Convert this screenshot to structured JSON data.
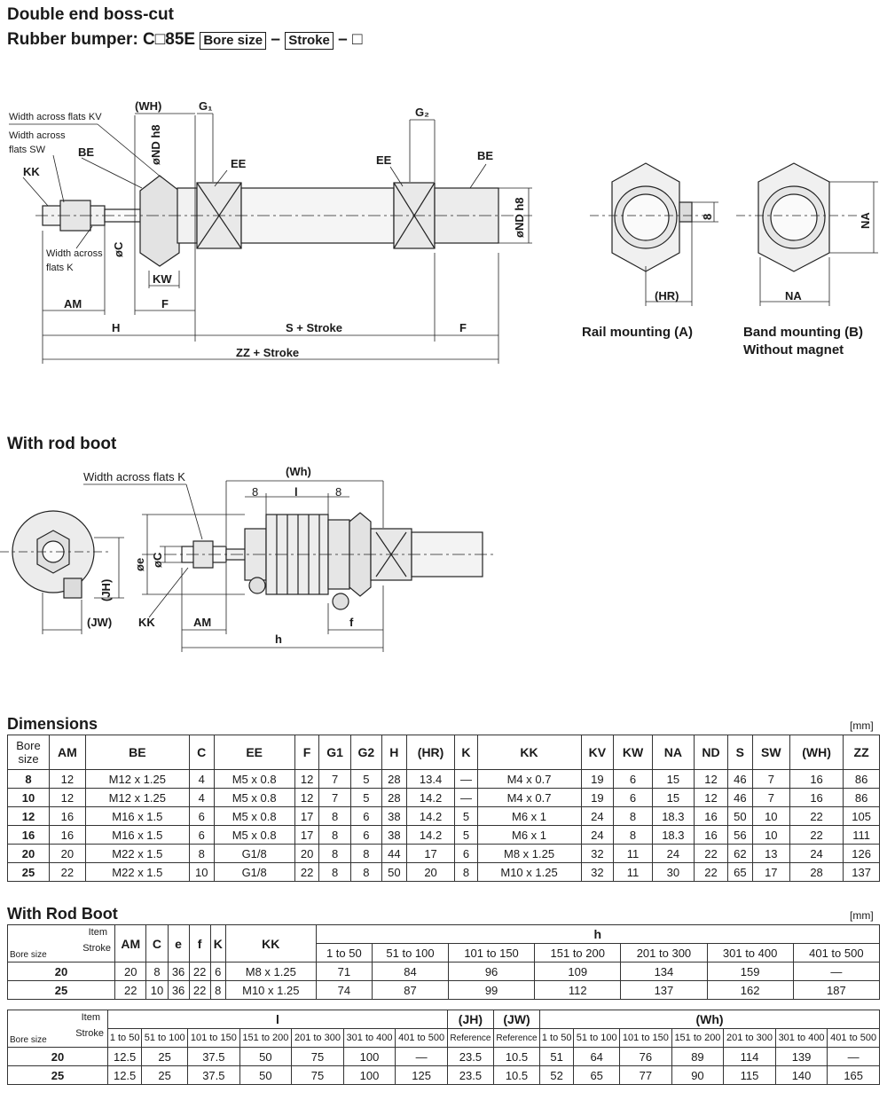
{
  "header": {
    "title": "Double end boss-cut",
    "model_prefix": "Rubber bumper: C□85E",
    "box1": "Bore size",
    "dash1": "–",
    "box2": "Stroke",
    "dash2": "–",
    "box3": "□"
  },
  "drawing1": {
    "wh": "(WH)",
    "g1": "G₁",
    "g2": "G₂",
    "phi_nd_h8": "øND h8",
    "kv_label": "Width across flats KV",
    "sw_label1": "Width across",
    "sw_label2": "flats SW",
    "be": "BE",
    "ee": "EE",
    "kk": "KK",
    "k_label1": "Width across",
    "k_label2": "flats K",
    "kw": "KW",
    "phi_c": "øC",
    "am": "AM",
    "f": "F",
    "h": "H",
    "s_stroke": "S + Stroke",
    "zz_stroke": "ZZ + Stroke",
    "rail_8": "8",
    "hr": "(HR)",
    "na": "NA",
    "rail_caption": "Rail mounting (A)",
    "band_caption1": "Band mounting (B)",
    "band_caption2": "Without magnet"
  },
  "boot_section": {
    "title": "With rod boot",
    "k_label": "Width across flats K",
    "wh": "(Wh)",
    "d8a": "8",
    "l": "l",
    "d8b": "8",
    "phi_e": "øe",
    "phi_c": "øC",
    "jh": "(JH)",
    "jw": "(JW)",
    "kk": "KK",
    "am": "AM",
    "f": "f",
    "h": "h"
  },
  "dimensions": {
    "title": "Dimensions",
    "unit": "[mm]",
    "headers": [
      "Bore size",
      "AM",
      "BE",
      "C",
      "EE",
      "F",
      "G1",
      "G2",
      "H",
      "(HR)",
      "K",
      "KK",
      "KV",
      "KW",
      "NA",
      "ND",
      "S",
      "SW",
      "(WH)",
      "ZZ"
    ],
    "rows": [
      [
        "8",
        "12",
        "M12 x 1.25",
        "4",
        "M5 x 0.8",
        "12",
        "7",
        "5",
        "28",
        "13.4",
        "—",
        "M4 x 0.7",
        "19",
        "6",
        "15",
        "12",
        "46",
        "7",
        "16",
        "86"
      ],
      [
        "10",
        "12",
        "M12 x 1.25",
        "4",
        "M5 x 0.8",
        "12",
        "7",
        "5",
        "28",
        "14.2",
        "—",
        "M4 x 0.7",
        "19",
        "6",
        "15",
        "12",
        "46",
        "7",
        "16",
        "86"
      ],
      [
        "12",
        "16",
        "M16 x 1.5",
        "6",
        "M5 x 0.8",
        "17",
        "8",
        "6",
        "38",
        "14.2",
        "5",
        "M6 x 1",
        "24",
        "8",
        "18.3",
        "16",
        "50",
        "10",
        "22",
        "105"
      ],
      [
        "16",
        "16",
        "M16 x 1.5",
        "6",
        "M5 x 0.8",
        "17",
        "8",
        "6",
        "38",
        "14.2",
        "5",
        "M6 x 1",
        "24",
        "8",
        "18.3",
        "16",
        "56",
        "10",
        "22",
        "111"
      ],
      [
        "20",
        "20",
        "M22 x 1.5",
        "8",
        "G1/8",
        "20",
        "8",
        "8",
        "44",
        "17",
        "6",
        "M8 x 1.25",
        "32",
        "11",
        "24",
        "22",
        "62",
        "13",
        "24",
        "126"
      ],
      [
        "25",
        "22",
        "M22 x 1.5",
        "10",
        "G1/8",
        "22",
        "8",
        "8",
        "50",
        "20",
        "8",
        "M10 x 1.25",
        "32",
        "11",
        "30",
        "22",
        "65",
        "17",
        "28",
        "137"
      ]
    ]
  },
  "rod_boot": {
    "title": "With Rod Boot",
    "unit": "[mm]",
    "item": "Item",
    "stroke": "Stroke",
    "bore_size": "Bore size",
    "t1_headers": [
      "AM",
      "C",
      "e",
      "f",
      "K",
      "KK"
    ],
    "t1_h": "h",
    "t1_ranges": [
      "1 to 50",
      "51 to 100",
      "101 to 150",
      "151 to 200",
      "201 to 300",
      "301 to 400",
      "401 to 500"
    ],
    "t1_rows": [
      {
        "bore": "20",
        "vals": [
          "20",
          "8",
          "36",
          "22",
          "6",
          "M8 x 1.25"
        ],
        "h": [
          "71",
          "84",
          "96",
          "109",
          "134",
          "159",
          "—"
        ]
      },
      {
        "bore": "25",
        "vals": [
          "22",
          "10",
          "36",
          "22",
          "8",
          "M10 x 1.25"
        ],
        "h": [
          "74",
          "87",
          "99",
          "112",
          "137",
          "162",
          "187"
        ]
      }
    ],
    "t2_l": "l",
    "t2_jh": "(JH)",
    "t2_jw": "(JW)",
    "t2_ref": "Reference",
    "t2_wh": "(Wh)",
    "t2_l_ranges": [
      "1 to 50",
      "51 to 100",
      "101 to 150",
      "151 to 200",
      "201 to 300",
      "301 to 400",
      "401 to 500"
    ],
    "t2_wh_ranges": [
      "1 to 50",
      "51 to 100",
      "101 to 150",
      "151 to 200",
      "201 to 300",
      "301 to 400",
      "401 to 500"
    ],
    "t2_rows": [
      {
        "bore": "20",
        "l": [
          "12.5",
          "25",
          "37.5",
          "50",
          "75",
          "100",
          "—"
        ],
        "jh": "23.5",
        "jw": "10.5",
        "wh": [
          "51",
          "64",
          "76",
          "89",
          "114",
          "139",
          "—"
        ]
      },
      {
        "bore": "25",
        "l": [
          "12.5",
          "25",
          "37.5",
          "50",
          "75",
          "100",
          "125"
        ],
        "jh": "23.5",
        "jw": "10.5",
        "wh": [
          "52",
          "65",
          "77",
          "90",
          "115",
          "140",
          "165"
        ]
      }
    ]
  }
}
